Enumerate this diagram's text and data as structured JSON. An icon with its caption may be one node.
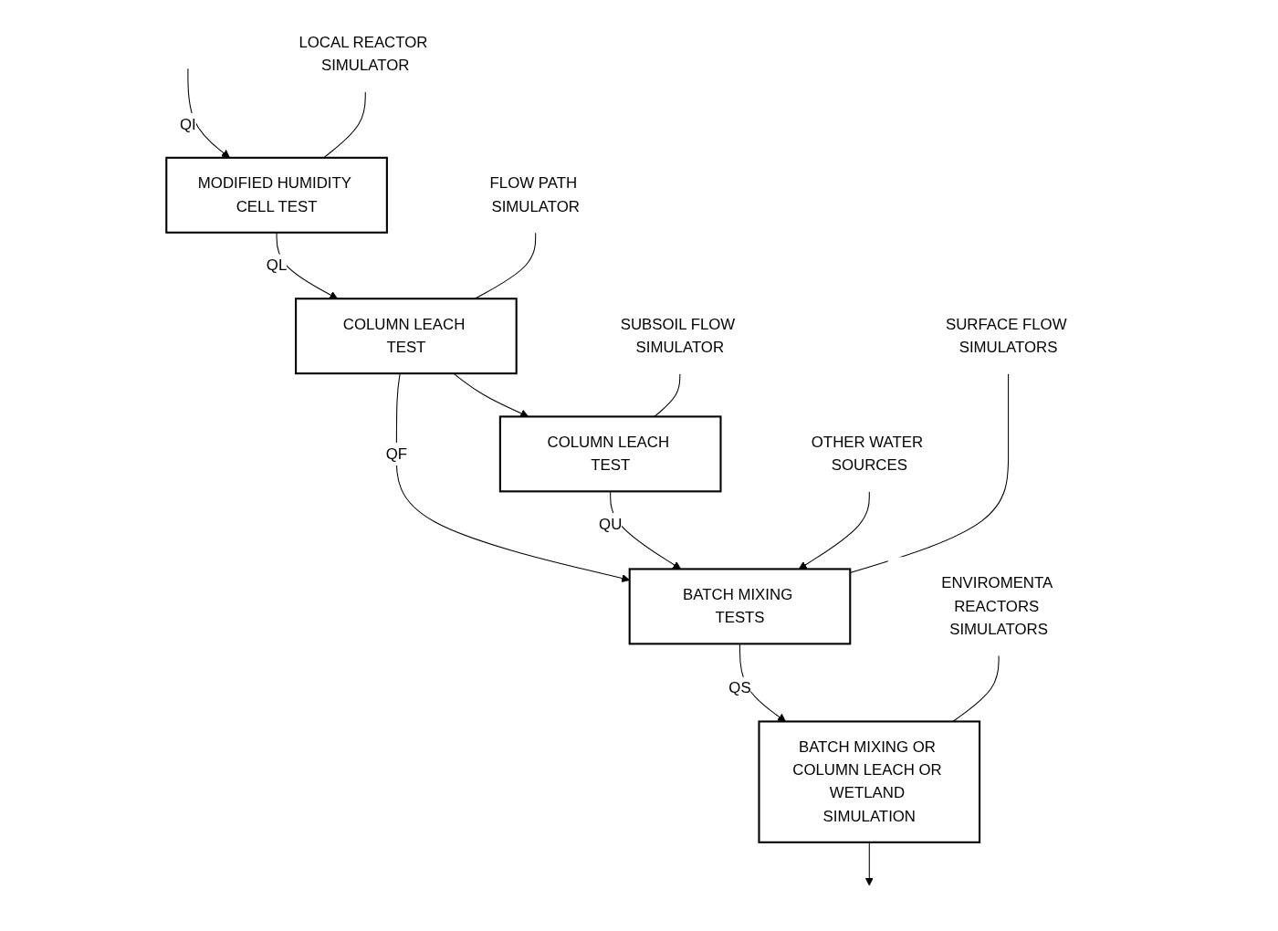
{
  "diagram": {
    "nodes": [
      {
        "text": [
          "MODIFIED HUMIDITY CELL TEST"
        ]
      },
      {
        "text": [
          "LOCAL REACTOR SIMULATOR"
        ]
      },
      {
        "text": [
          "FLOW PATH SIMULATOR"
        ]
      },
      {
        "text": [
          "COLUMN LEACH TEST"
        ]
      },
      {
        "text": [
          "SURFACE FLOW SIMULATORS"
        ]
      },
      {
        "text": [
          "ENVIROMENTA REACTORS SIMULATORS"
        ]
      },
      {
        "text": [
          "OTHER WATER SOURCES"
        ]
      },
      {
        "text": [
          "BATCH MIXING TESTS"
        ]
      },
      {
        "text": [
          "BATCH MIXING OR COLUMN LEACH OR WETLAND SIMULATION"
        ]
      },
      {
        "text": [
          "COLUMN LEACH TEST"
        ]
      },
      {
        "text": [
          "SUBSOIL FLOW SIMULATOR"
        ]
      }
    ],
    "edges": [
      {
        "from": null,
        "to": 0,
        "arrow": "to",
        "label": "QI"
      },
      {
        "from": 0,
        "to": 3,
        "arrow": "to",
        "label": "QL"
      },
      {
        "from": 1,
        "to": 0,
        "arrow": "none"
      },
      {
        "from": 2,
        "to": 3,
        "arrow": "none"
      },
      {
        "from": 3,
        "to": 7,
        "arrow": "to",
        "label": "QF"
      },
      {
        "from": 3,
        "to": 9,
        "arrow": "to"
      },
      {
        "from": 9,
        "to": 7,
        "arrow": "to",
        "label": "QU"
      },
      {
        "from": 6,
        "to": 7,
        "arrow": "to"
      },
      {
        "from": 4,
        "to": 7,
        "arrow": "none"
      },
      {
        "from": 7,
        "to": 8,
        "arrow": "to",
        "label": "QS"
      },
      {
        "from": 5,
        "to": 8,
        "arrow": "none"
      },
      {
        "from": 8,
        "to": null,
        "arrow": "to"
      },
      {
        "from": 10,
        "to": 9,
        "arrow": "none"
      }
    ]
  }
}
